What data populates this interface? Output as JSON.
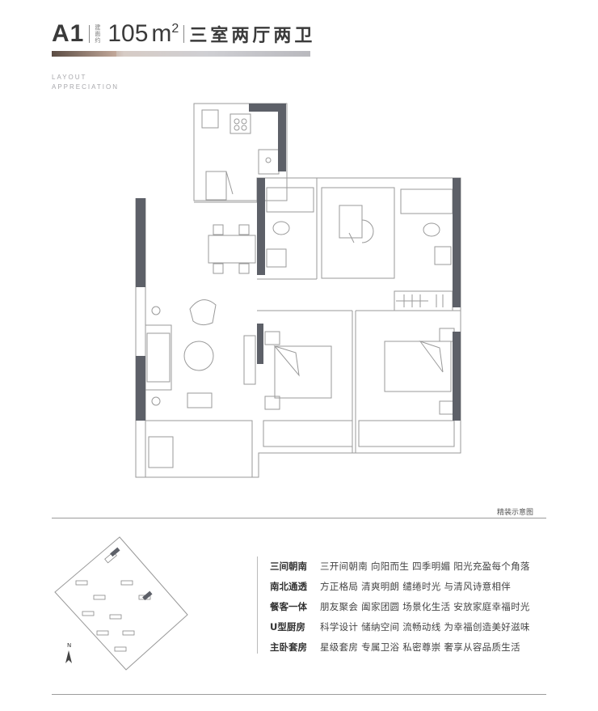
{
  "header": {
    "unit": "A1",
    "area_label": "建面约",
    "area_value": "105",
    "area_unit": "m",
    "area_exp": "2",
    "rooms": "三室两厅两卫"
  },
  "subtitle": {
    "line1": "LAYOUT",
    "line2": "APPRECIATION"
  },
  "plan_caption": "精装示意图",
  "compass_label": "N",
  "features": [
    {
      "title": "三间朝南",
      "text": "三开间朝南  向阳而生  四季明媚  阳光充盈每个角落"
    },
    {
      "title": "南北通透",
      "text": "方正格局  清爽明朗  缱绻时光  与清风诗意相伴"
    },
    {
      "title": "餐客一体",
      "text": "朋友聚会  阖家团圆  场景化生活  安放家庭幸福时光"
    },
    {
      "title": "U型厨房",
      "text": "科学设计  储纳空间  流畅动线  为幸福创造美好滋味"
    },
    {
      "title": "主卧套房",
      "text": "星级套房  专属卫浴  私密尊崇  奢享从容品质生活"
    }
  ],
  "colors": {
    "wall": "#5d6068",
    "line": "#9a9a9a",
    "accent": "#8a7064"
  }
}
